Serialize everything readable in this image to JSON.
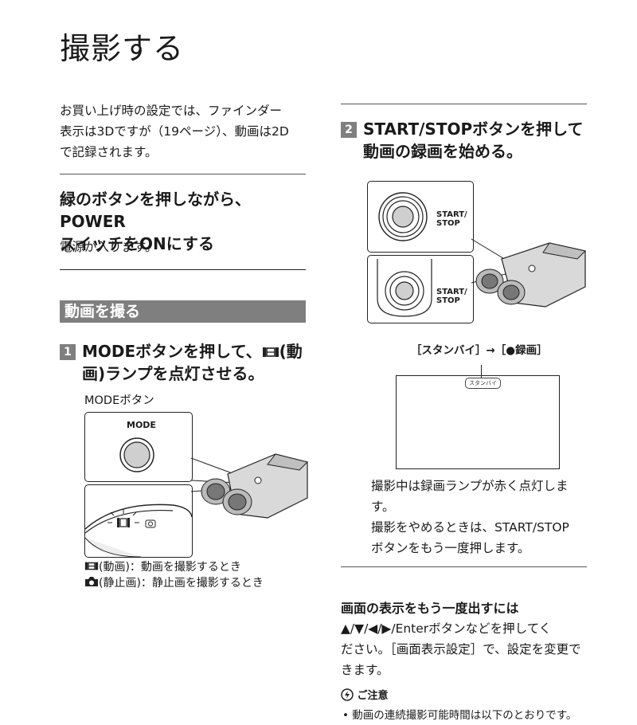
{
  "title": "撮影する",
  "intro": {
    "lines": [
      "お買い上げ時の設定では、ファインダー",
      "表示は3Dですが（19ページ）、動画は2D",
      "で記録されます。"
    ]
  },
  "power": {
    "heading_lines": [
      "緑のボタンを押しながら、POWER",
      "スイッチをONにする"
    ],
    "body": "電源が入ります。"
  },
  "section_bar": "動画を撮る",
  "step1": {
    "number": "1",
    "heading_lines": [
      "MODEボタンを押して、",
      "(動",
      "画)ランプを点灯させる。"
    ],
    "callout": "MODEボタン",
    "mode_label": "MODE",
    "legend": [
      {
        "icon": "movie-icon",
        "text": "(動画)：動画を撮影するとき"
      },
      {
        "icon": "camera-icon",
        "text": "(静止画)：静止画を撮影するとき"
      }
    ]
  },
  "step2": {
    "number": "2",
    "heading_lines": [
      "START/STOPボタンを押して",
      "動画の録画を始める。"
    ],
    "button_label_lines": [
      "START/",
      "STOP"
    ],
    "state_caption": "［スタンバイ］→［●録画］",
    "screen_tag": "スタンバイ",
    "body_lines": [
      "撮影中は録画ランプが赤く点灯しま",
      "す。",
      "撮影をやめるときは、START/STOP",
      "ボタンをもう一度押します。"
    ]
  },
  "redisplay": {
    "heading": "画面の表示をもう一度出すには",
    "body_lines": [
      "▲/▼/◀/▶/Enterボタンなどを押してく",
      "ださい。［画面表示設定］で、設定を変更で",
      "きます。"
    ]
  },
  "note": {
    "heading": "ご注意",
    "icon": "caution-icon",
    "bullets": [
      "動画の連続撮影可能時間は以下のとおりです。"
    ]
  }
}
